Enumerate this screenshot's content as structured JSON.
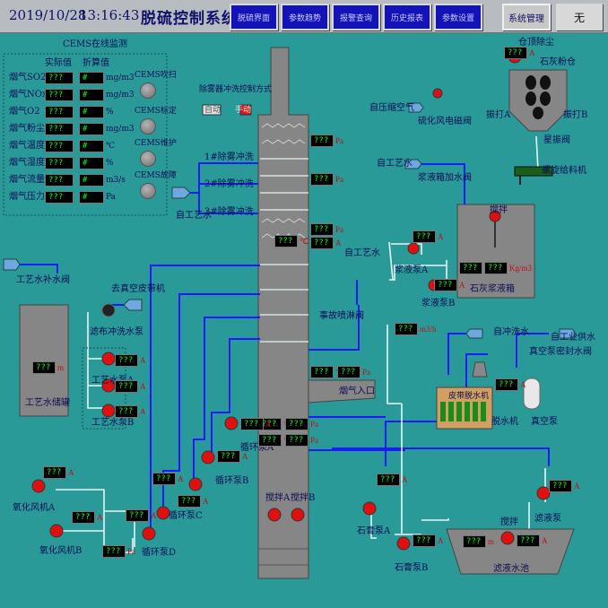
{
  "header": {
    "date": "2019/10/28",
    "time": "13:16:43",
    "title": "脱硫控制系统",
    "nav": [
      {
        "label": "脱硫界面",
        "selected": false
      },
      {
        "label": "参数趋势",
        "selected": false
      },
      {
        "label": "报警查询",
        "selected": false
      },
      {
        "label": "历史报表",
        "selected": false
      },
      {
        "label": "参数设置",
        "selected": false
      },
      {
        "label": "系统管理",
        "selected": true
      },
      {
        "label": "无",
        "selected": false
      }
    ]
  },
  "cems": {
    "title": "CEMS在线监测",
    "col_actual": "实际值",
    "col_converted": "折算值",
    "rows": [
      {
        "label": "烟气SO2",
        "actual": "???",
        "converted": "#",
        "unit": "mg/m3"
      },
      {
        "label": "烟气NOx",
        "actual": "???",
        "converted": "#",
        "unit": "mg/m3"
      },
      {
        "label": "烟气O2",
        "actual": "???",
        "converted": "#",
        "unit": "%"
      },
      {
        "label": "烟气粉尘",
        "actual": "???",
        "converted": "#",
        "unit": "mg/m3"
      },
      {
        "label": "烟气温度",
        "actual": "???",
        "converted": "#",
        "unit": "℃"
      },
      {
        "label": "烟气湿度",
        "actual": "???",
        "converted": "#",
        "unit": "%"
      },
      {
        "label": "烟气流量",
        "actual": "???",
        "converted": "#",
        "unit": "m3/s"
      },
      {
        "label": "烟气压力",
        "actual": "???",
        "converted": "#",
        "unit": "Pa"
      }
    ],
    "status": [
      "CEMS吹扫",
      "CEMS标定",
      "CEMS维护",
      "CEMS故障"
    ]
  },
  "demister": {
    "title": "除雾器冲洗控制方式",
    "auto": "自动",
    "manual": "手动",
    "wash1": "1#除雾冲洗",
    "wash2": "2#除雾冲洗",
    "wash3": "3#除雾冲洗"
  },
  "labels": {
    "warehouse_dust": "仓顶除尘",
    "lime_silo": "石灰粉仓",
    "hp_air": "自压缩空气",
    "sulfur_valve": "硫化风电磁阀",
    "rapper_a": "振打A",
    "rapper_b": "振打B",
    "rotary_valve": "星振阀",
    "screw_feeder": "螺旋给料机",
    "process_water1": "自工艺水",
    "slurry_valve": "浆液箱加水阀",
    "stirrer": "搅拌",
    "slurry_tank": "石灰浆液箱",
    "slurry_pump_a": "浆液泵A",
    "slurry_pump_b": "浆液泵B",
    "process_water2": "自工艺水",
    "process_water3": "自工艺水",
    "pw_makeup": "工艺水补水阀",
    "vacuum_belt": "去真空皮带机",
    "filter_wash_pump": "滤布冲洗水泵",
    "pw_pump_a": "工艺水泵A",
    "pw_pump_b": "工艺水泵B",
    "pw_tank": "工艺水储罐",
    "spray_valve": "事故喷淋阀",
    "flue_inlet": "烟气入口",
    "self_wash": "自冲洗水",
    "self_industrial": "自工业供水",
    "vacuum_seal": "真空泵密封水阀",
    "belt_filter": "皮带脱水机",
    "dewater": "脱水机",
    "vacuum_pump": "真空泵",
    "circ_a": "循环泵A",
    "circ_b": "循环泵B",
    "circ_c": "循环泵C",
    "circ_d": "循环泵D",
    "oxi_a": "氧化风机A",
    "oxi_b": "氧化风机B",
    "stir_a": "搅拌A",
    "stir_b": "搅拌B",
    "gypsum_a": "石膏泵A",
    "gypsum_b": "石膏泵B",
    "stir2": "搅拌",
    "filtrate_pump": "滤液泵",
    "filtrate_tank": "滤液水池"
  },
  "readings": {
    "q": "???",
    "hash": "#"
  },
  "units": {
    "pa": "Pa",
    "c": "℃",
    "a": "A",
    "m": "m",
    "kgm3": "Kg/m3",
    "m3h": "m3/h",
    "flow": "m3/h"
  },
  "colors": {
    "bg": "#2a9a98",
    "pipe_blue": "#1a1aff",
    "pipe_white": "#e8f4f4",
    "tank": "#838383",
    "pump_red": "#e01010"
  }
}
